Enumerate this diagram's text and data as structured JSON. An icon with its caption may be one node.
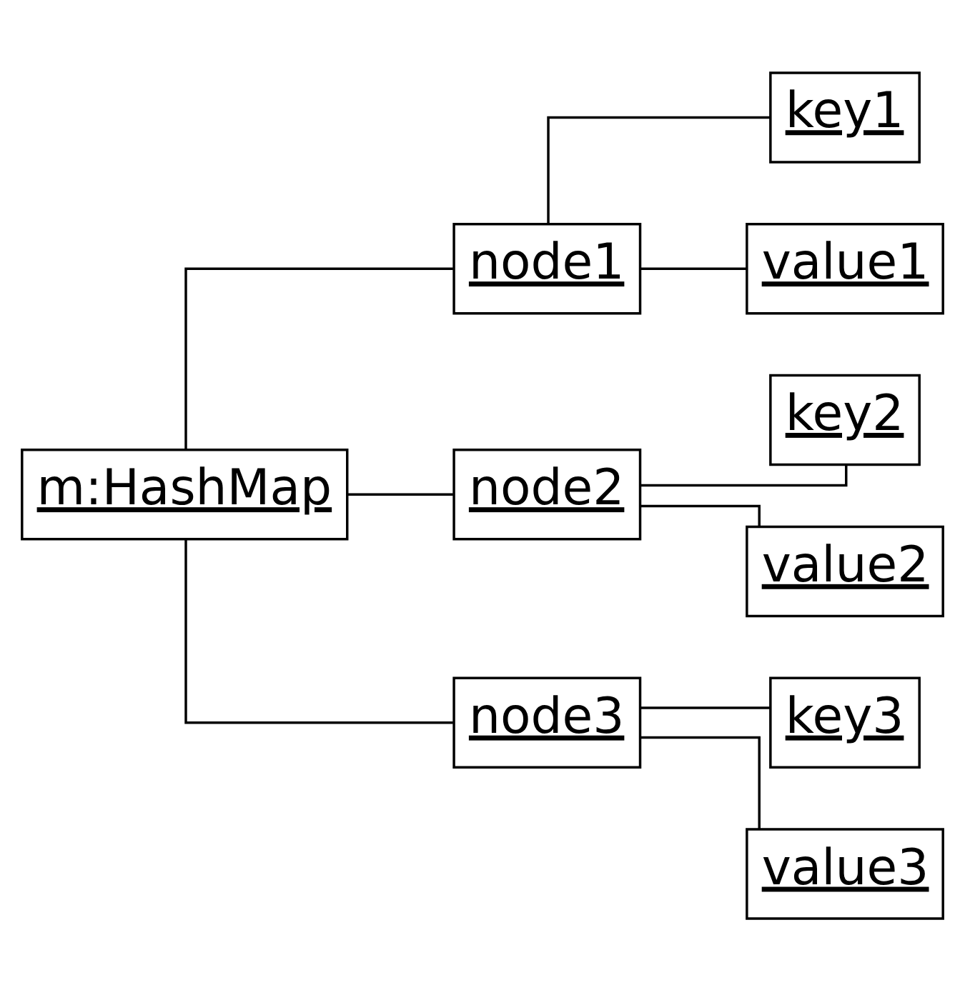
{
  "diagram": {
    "nodes": [
      {
        "text": [
          "m:HashMap"
        ]
      },
      {
        "text": [
          "node1"
        ]
      },
      {
        "text": [
          "key1"
        ]
      },
      {
        "text": [
          "value1"
        ]
      },
      {
        "text": [
          "node2"
        ]
      },
      {
        "text": [
          "key2"
        ]
      },
      {
        "text": [
          "value2"
        ]
      },
      {
        "text": [
          "node3"
        ]
      },
      {
        "text": [
          "key3"
        ]
      },
      {
        "text": [
          "value3"
        ]
      }
    ],
    "edges": [
      {
        "from": 0,
        "to": 1,
        "arrow": "none"
      },
      {
        "from": 0,
        "to": 4,
        "arrow": "none"
      },
      {
        "from": 0,
        "to": 7,
        "arrow": "none"
      },
      {
        "from": 1,
        "to": 2,
        "arrow": "none"
      },
      {
        "from": 1,
        "to": 3,
        "arrow": "none"
      },
      {
        "from": 4,
        "to": 5,
        "arrow": "none"
      },
      {
        "from": 4,
        "to": 6,
        "arrow": "none"
      },
      {
        "from": 7,
        "to": 8,
        "arrow": "none"
      },
      {
        "from": 7,
        "to": 9,
        "arrow": "none"
      }
    ]
  }
}
